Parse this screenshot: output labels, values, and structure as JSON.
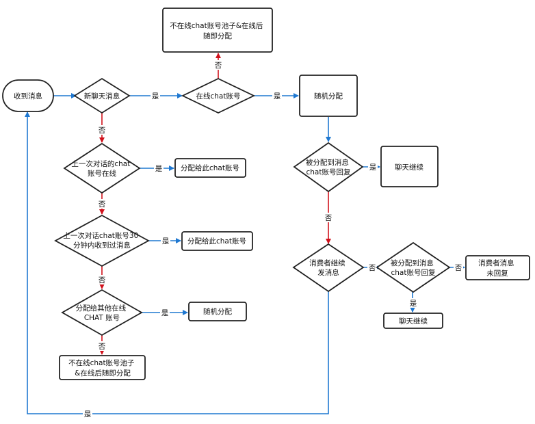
{
  "nodes": {
    "start": {
      "lines": [
        "收到消息"
      ]
    },
    "new_chat": {
      "lines": [
        "新聊天消息"
      ]
    },
    "online_acct": {
      "lines": [
        "在线chat账号"
      ]
    },
    "not_online_top": {
      "lines": [
        "不在线chat账号池子&在线后",
        "随即分配"
      ]
    },
    "random_top": {
      "lines": [
        "随机分配"
      ]
    },
    "replied_check": {
      "lines": [
        "被分配到消息",
        "chat账号回复"
      ]
    },
    "chat_continue_1": {
      "lines": [
        "聊天继续"
      ]
    },
    "last_online": {
      "lines": [
        "上一次对话的chat",
        "账号在线"
      ]
    },
    "assign_this_1": {
      "lines": [
        "分配给此chat账号"
      ]
    },
    "last_30min": {
      "lines": [
        "上一次对话chat账号30",
        "分钟内收到过消息"
      ]
    },
    "assign_this_2": {
      "lines": [
        "分配给此chat账号"
      ]
    },
    "assign_other": {
      "lines": [
        "分配给其他在线",
        "CHAT  账号"
      ]
    },
    "random_2": {
      "lines": [
        "随机分配"
      ]
    },
    "not_online_bottom": {
      "lines": [
        "不在线chat账号池子",
        "&在线后随即分配"
      ]
    },
    "consumer_continue": {
      "lines": [
        "消费者继续",
        "发消息"
      ]
    },
    "replied_check_2": {
      "lines": [
        "被分配到消息",
        "chat账号回复"
      ]
    },
    "consumer_no_reply": {
      "lines": [
        "消费者消息",
        "未回复"
      ]
    },
    "chat_continue_2": {
      "lines": [
        "聊天继续"
      ]
    }
  },
  "edge_labels": {
    "yes": "是",
    "no": "否"
  },
  "colors": {
    "yes_arrow": "#1f78d1",
    "no_arrow": "#d0111b",
    "stroke": "#222222"
  }
}
